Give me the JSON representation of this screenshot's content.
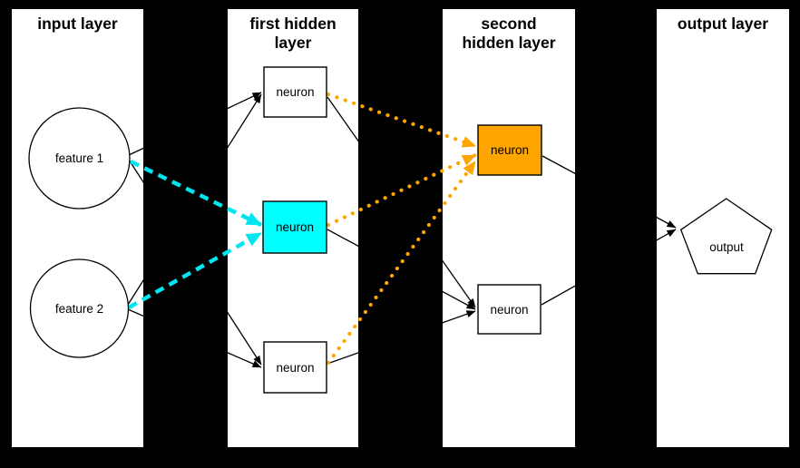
{
  "diagram": {
    "type": "neural-network-layer-diagram",
    "background_color": "#000000",
    "panel_color": "#ffffff"
  },
  "layers": [
    {
      "id": "input",
      "title": "input layer"
    },
    {
      "id": "first-hidden",
      "title": "first hidden\nlayer"
    },
    {
      "id": "second-hidden",
      "title": "second\nhidden layer"
    },
    {
      "id": "output",
      "title": "output layer"
    }
  ],
  "nodes": {
    "feature1": {
      "label": "feature 1",
      "shape": "circle",
      "fill": "#ffffff"
    },
    "feature2": {
      "label": "feature 2",
      "shape": "circle",
      "fill": "#ffffff"
    },
    "hidden1_top": {
      "label": "neuron",
      "shape": "rect",
      "fill": "#ffffff"
    },
    "hidden1_mid": {
      "label": "neuron",
      "shape": "rect",
      "fill": "#00ffff"
    },
    "hidden1_bottom": {
      "label": "neuron",
      "shape": "rect",
      "fill": "#ffffff"
    },
    "hidden2_top": {
      "label": "neuron",
      "shape": "rect",
      "fill": "#ffa500"
    },
    "hidden2_bottom": {
      "label": "neuron",
      "shape": "rect",
      "fill": "#ffffff"
    },
    "output": {
      "label": "output",
      "shape": "pentagon",
      "fill": "#ffffff"
    }
  },
  "colors": {
    "edge_black": "#000000",
    "edge_cyan": "#00e5ee",
    "edge_orange": "#ffa500",
    "highlight_cyan_fill": "#00ffff",
    "highlight_orange_fill": "#ffa500",
    "shape_stroke": "#000000"
  },
  "edges": [
    {
      "from": "feature1",
      "to": "hidden1_top",
      "style": "solid",
      "color": "#000000"
    },
    {
      "from": "feature1",
      "to": "hidden1_bottom",
      "style": "solid",
      "color": "#000000"
    },
    {
      "from": "feature2",
      "to": "hidden1_top",
      "style": "solid",
      "color": "#000000"
    },
    {
      "from": "feature2",
      "to": "hidden1_bottom",
      "style": "solid",
      "color": "#000000"
    },
    {
      "from": "feature1",
      "to": "hidden1_mid",
      "style": "dashed",
      "color": "#00e5ee"
    },
    {
      "from": "feature2",
      "to": "hidden1_mid",
      "style": "dashed",
      "color": "#00e5ee"
    },
    {
      "from": "hidden1_top",
      "to": "hidden2_bottom",
      "style": "solid",
      "color": "#000000"
    },
    {
      "from": "hidden1_mid",
      "to": "hidden2_bottom",
      "style": "solid",
      "color": "#000000"
    },
    {
      "from": "hidden1_bottom",
      "to": "hidden2_bottom",
      "style": "solid",
      "color": "#000000"
    },
    {
      "from": "hidden1_top",
      "to": "hidden2_top",
      "style": "dotted",
      "color": "#ffa500"
    },
    {
      "from": "hidden1_mid",
      "to": "hidden2_top",
      "style": "dotted",
      "color": "#ffa500"
    },
    {
      "from": "hidden1_bottom",
      "to": "hidden2_top",
      "style": "dotted",
      "color": "#ffa500"
    },
    {
      "from": "hidden2_top",
      "to": "output",
      "style": "solid",
      "color": "#000000"
    },
    {
      "from": "hidden2_bottom",
      "to": "output",
      "style": "solid",
      "color": "#000000"
    }
  ]
}
